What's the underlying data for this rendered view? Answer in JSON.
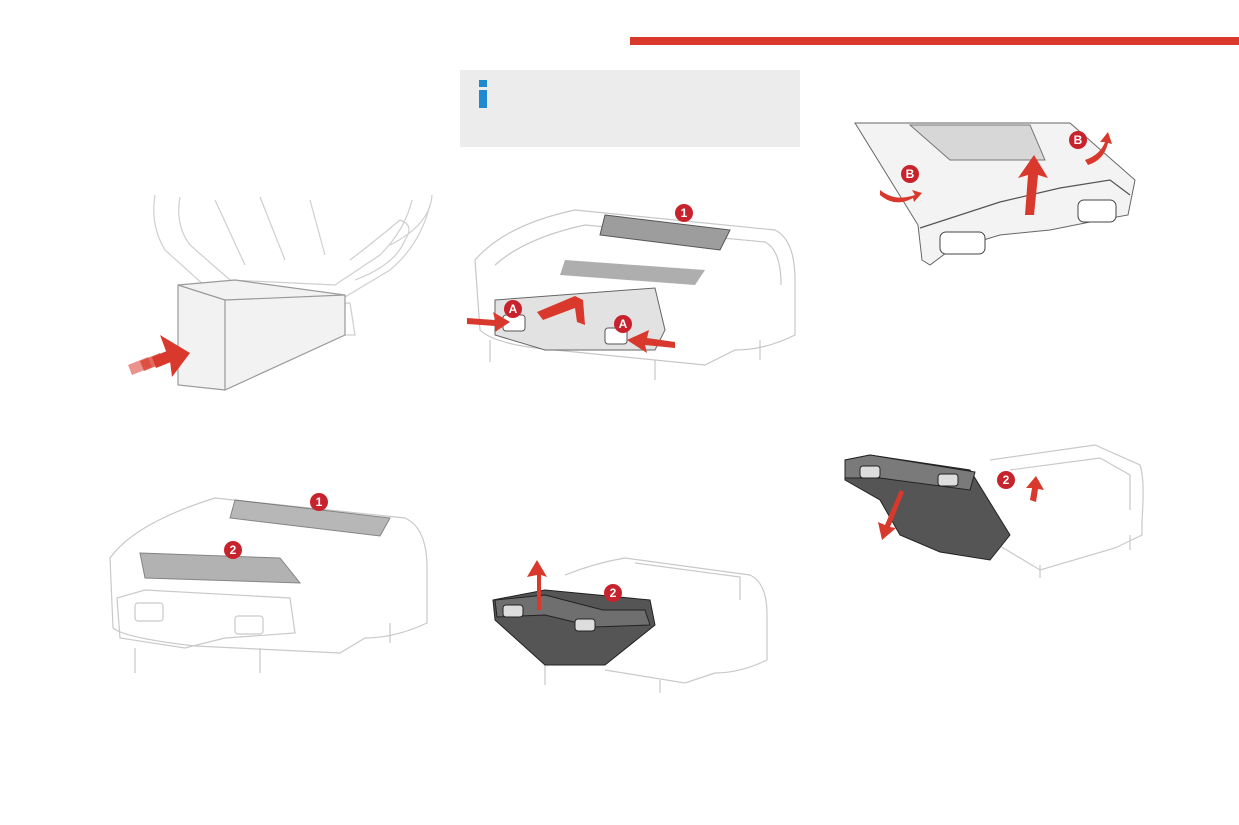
{
  "colors": {
    "accent": "#d9382c",
    "info_blue": "#1f8ad2",
    "callout_red": "#c8232c"
  },
  "info_box": {
    "icon": "info-icon"
  },
  "figures": {
    "fig1": {
      "arrow": "push-arrow-icon"
    },
    "fig2": {
      "callouts": [
        "1",
        "A",
        "A"
      ]
    },
    "fig3": {
      "callouts": [
        "B",
        "B"
      ]
    },
    "fig4": {
      "callouts": [
        "1",
        "2"
      ]
    },
    "fig5": {
      "callouts": [
        "2"
      ]
    },
    "fig6": {
      "callouts": [
        "2"
      ]
    }
  }
}
